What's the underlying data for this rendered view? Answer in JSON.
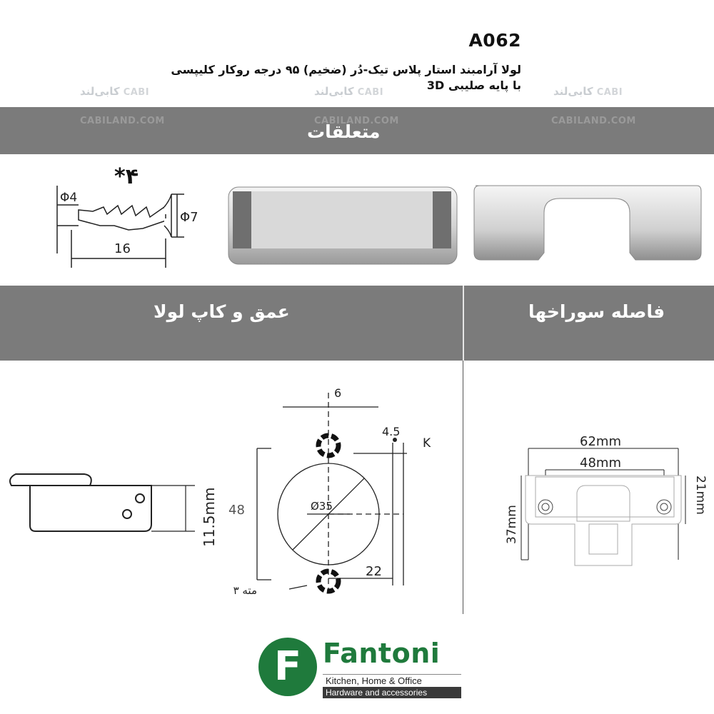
{
  "product": {
    "code": "A062",
    "title_line1": "لولا آرامبند استار پلاس تیک-دُر (ضخیم) ۹۵ درجه روکار کلیپسی",
    "title_line2": "با پایه صلیبی 3D"
  },
  "watermark": {
    "name": "کابی‌لند",
    "logo_text": "CABI",
    "site": "CABILAND.COM"
  },
  "accessories": {
    "heading": "متعلقات",
    "screw_qty": "۴*",
    "screw_dims": {
      "shank": "Φ4",
      "head": "Φ7",
      "length": "16"
    }
  },
  "sections": {
    "depth_heading": "عمق و کاپ لولا",
    "holes_heading": "فاصله سوراخها"
  },
  "depth_diagram": {
    "depth": "11.5mm"
  },
  "cup_diagram": {
    "offset": "6",
    "cup_diameter": "Ø35",
    "distance": "4.5",
    "k_label": "K",
    "height": "48",
    "edge": "22",
    "drill_label": "مته ۳"
  },
  "plate_diagram": {
    "outer_width": "62mm",
    "inner_width": "48mm",
    "left_height": "37mm",
    "right_height": "21mm"
  },
  "brand": {
    "letter": "F",
    "name": "Fantoni",
    "tagline1": "Kitchen, Home & Office",
    "tagline2": "Hardware and accessories"
  }
}
